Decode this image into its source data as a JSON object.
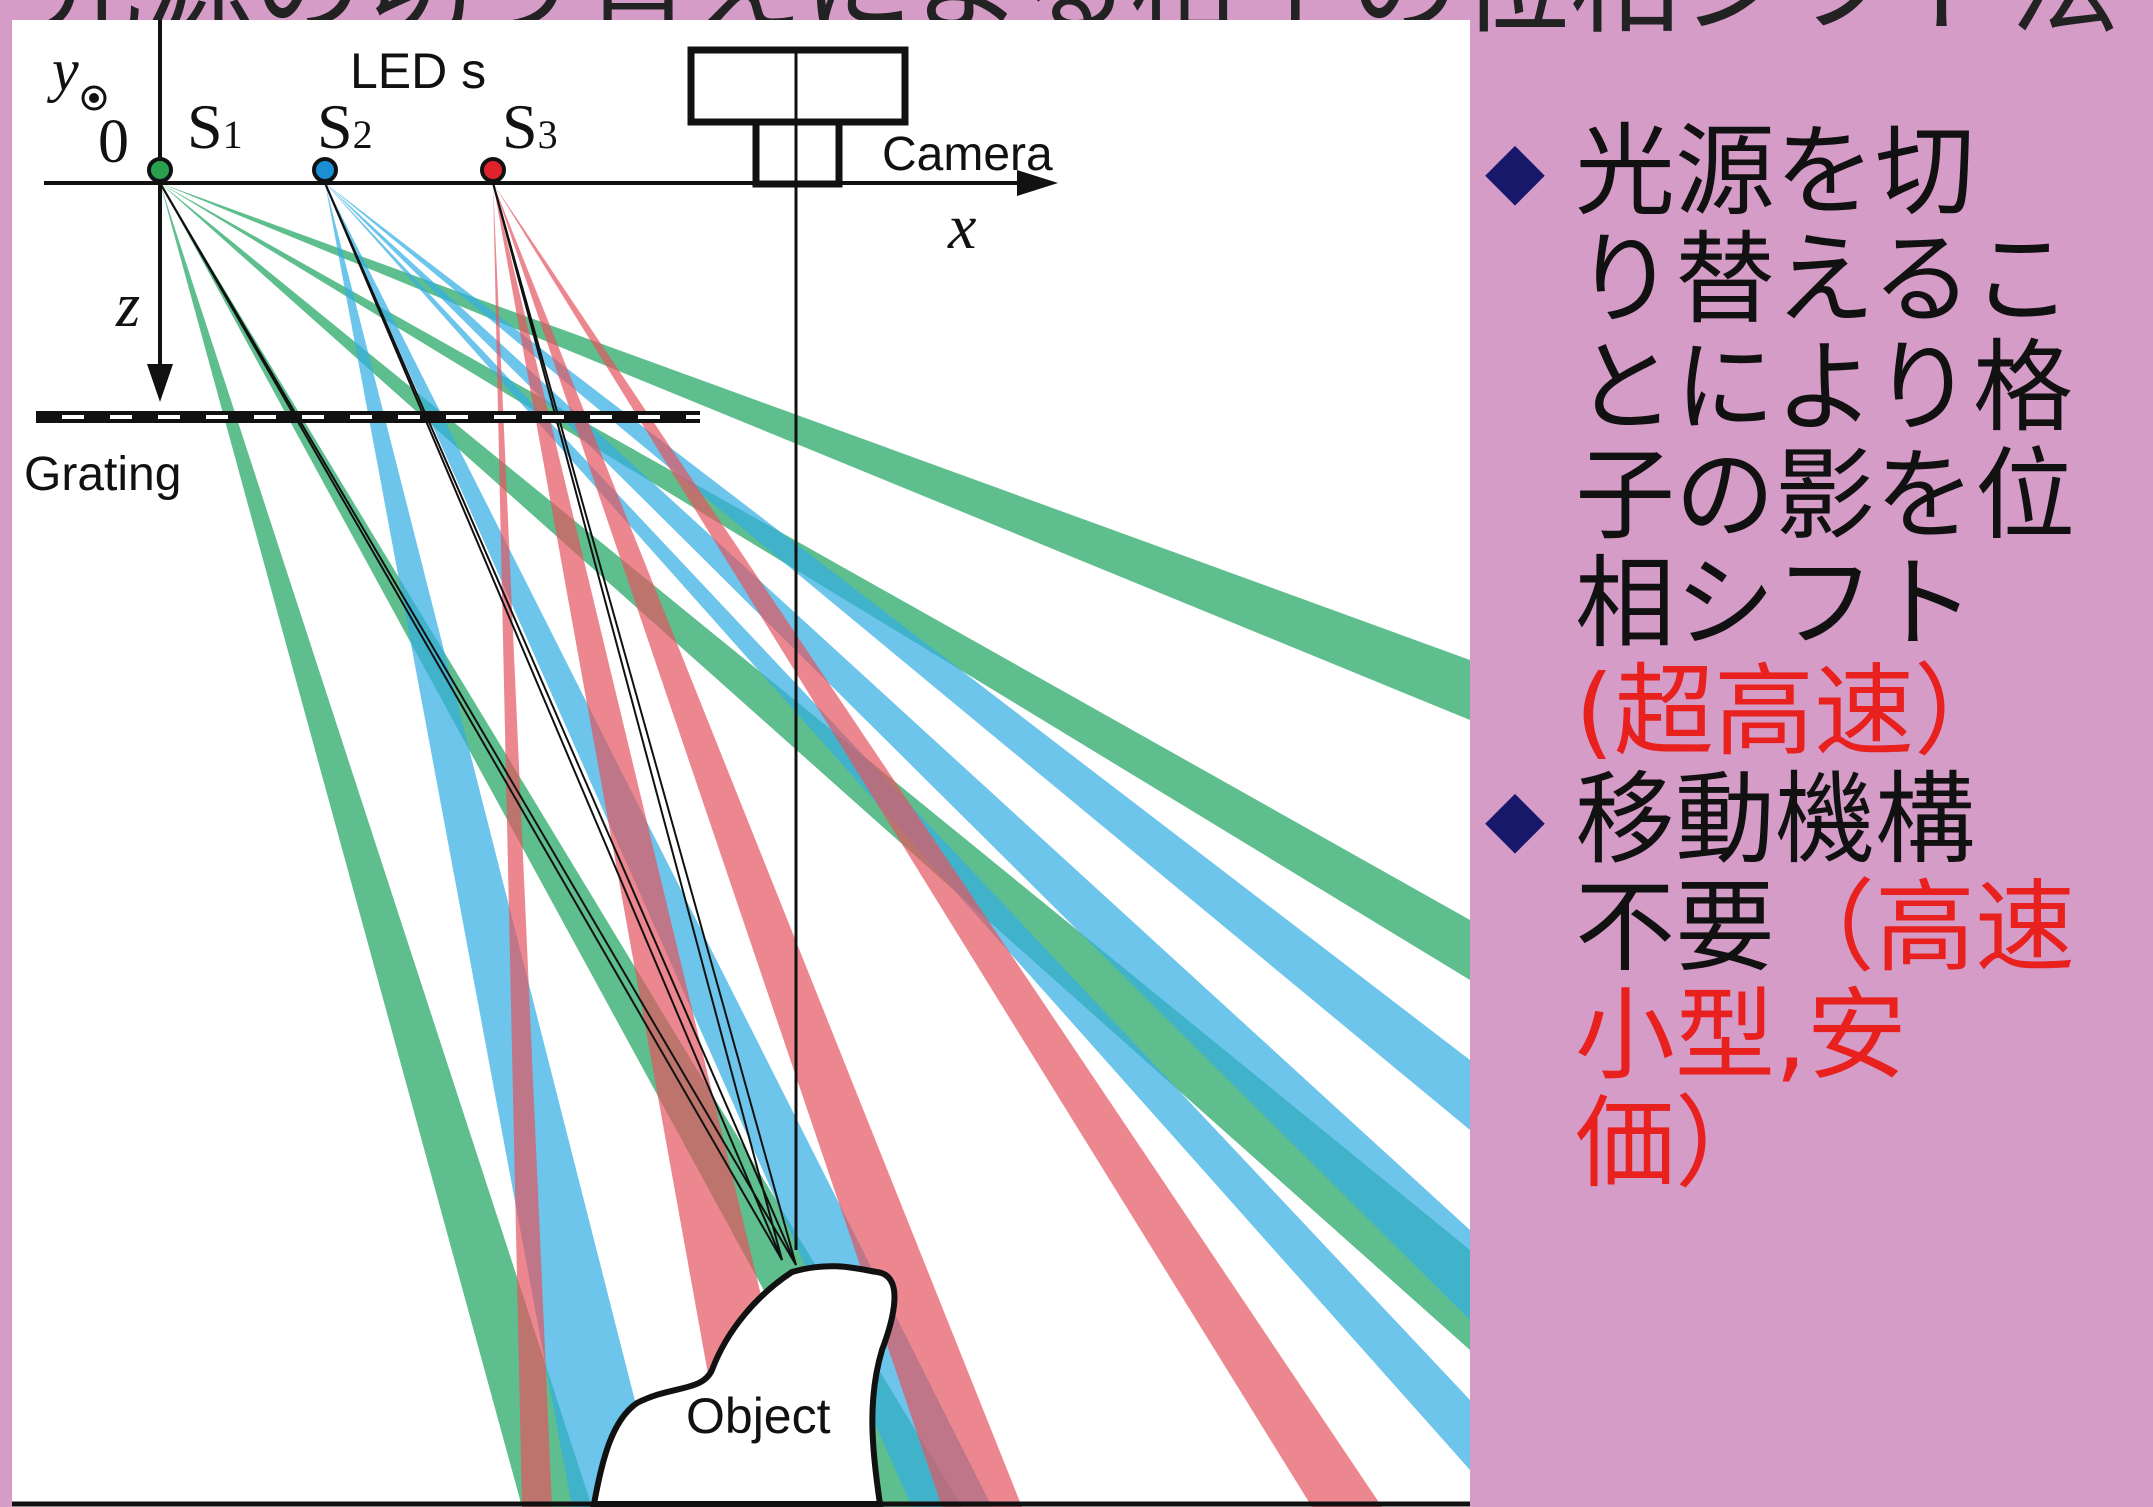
{
  "slide": {
    "title": "光源の切り替えによる格子の位相シフト法"
  },
  "diagram": {
    "leds_label": "LED s",
    "axis_y": "y",
    "axis_x": "x",
    "axis_z": "z",
    "origin": "0",
    "sources": [
      {
        "name": "S",
        "sub": "1",
        "color": "#2aa04f"
      },
      {
        "name": "S",
        "sub": "2",
        "color": "#1b8fd6"
      },
      {
        "name": "S",
        "sub": "3",
        "color": "#e0222c"
      }
    ],
    "beam_colors": {
      "green": "#3bb074",
      "blue": "#35aee3",
      "red": "#e4545f",
      "overlap_teal": "#2ca8b8",
      "overlap_brown": "#b9774b"
    },
    "camera_label": "Camera",
    "grating_label": "Grating",
    "object_label": "Object"
  },
  "bullets": [
    {
      "mark": "◆",
      "line1": "光源を切",
      "line2": "り替えるこ",
      "line3": "とにより格",
      "line4": "子の影を位",
      "line5": "相シフト",
      "emphasis": "(超高速）"
    },
    {
      "mark": "◆",
      "line1": "移動機構",
      "line2_plain": "不要",
      "line2_red": "（高速",
      "line3": "小型,安",
      "line4": "価）"
    }
  ]
}
